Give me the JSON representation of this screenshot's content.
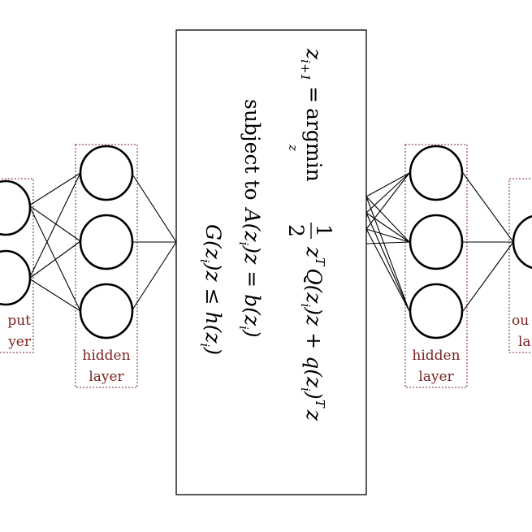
{
  "labels": {
    "input_line1": "put",
    "input_line2": "yer",
    "hidden_left_line1": "hidden",
    "hidden_left_line2": "layer",
    "hidden_right_line1": "hidden",
    "hidden_right_line2": "layer",
    "output_line1": "ou",
    "output_line2": "la"
  },
  "label_color": "#7a2222",
  "optimization": {
    "line1": {
      "lhs_var": "z",
      "lhs_sub": "i+1",
      "equals": "=",
      "op": "argmin",
      "op_sub": "z",
      "frac_num": "1",
      "frac_den": "2",
      "expr_a": "z",
      "sup_T1": "T",
      "expr_b": "Q(z",
      "expr_b_sub": "i",
      "expr_c": ")z + q(z",
      "expr_c_sub": "i",
      "expr_d": ")",
      "sup_T2": "T",
      "expr_e": "z"
    },
    "line2": {
      "prefix": "subject to",
      "a1": "A(z",
      "a1_sub": "i",
      "a2": ")z = b(z",
      "a2_sub": "i",
      "a3": ")"
    },
    "line3": {
      "g1": "G(z",
      "g1_sub": "i",
      "g2": ")z ≤ h(z",
      "g2_sub": "i",
      "g3": ")"
    }
  }
}
